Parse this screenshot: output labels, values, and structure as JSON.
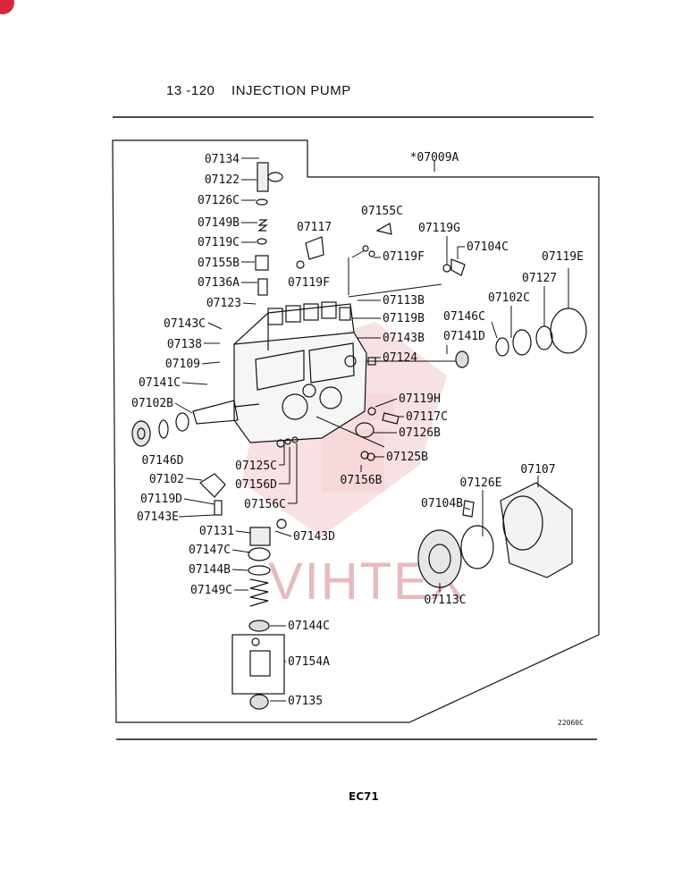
{
  "header": {
    "section_number": "13 -120",
    "section_name": "INJECTION PUMP"
  },
  "diagram": {
    "assembly_label": "*07009A",
    "drawing_code": "22060C",
    "watermark_text": "VIHTEX",
    "labels": {
      "p07134": "07134",
      "p07122": "07122",
      "p07126C": "07126C",
      "p07149B": "07149B",
      "p07119C": "07119C",
      "p07155B": "07155B",
      "p07136A": "07136A",
      "p07123": "07123",
      "p07143C": "07143C",
      "p07138": "07138",
      "p07109": "07109",
      "p07141C": "07141C",
      "p07102B": "07102B",
      "p07146D": "07146D",
      "p07102": "07102",
      "p07119D": "07119D",
      "p07143E": "07143E",
      "p07131": "07131",
      "p07147C": "07147C",
      "p07144B": "07144B",
      "p07149C": "07149C",
      "p07144C": "07144C",
      "p07154A": "07154A",
      "p07135": "07135",
      "p07117": "07117",
      "p07119F_a": "07119F",
      "p07155C": "07155C",
      "p07119G": "07119G",
      "p07119F_b": "07119F",
      "p07104C": "07104C",
      "p07119E": "07119E",
      "p07127": "07127",
      "p07102C": "07102C",
      "p07113B": "07113B",
      "p07119B": "07119B",
      "p07146C": "07146C",
      "p07143B": "07143B",
      "p07141D": "07141D",
      "p07124": "07124",
      "p07119H": "07119H",
      "p07117C": "07117C",
      "p07126B": "07126B",
      "p07125B": "07125B",
      "p07156B": "07156B",
      "p07125C": "07125C",
      "p07156D": "07156D",
      "p07156C": "07156C",
      "p07143D": "07143D",
      "p07107": "07107",
      "p07126E": "07126E",
      "p07104B": "07104B",
      "p07113C": "07113C"
    }
  },
  "footer": {
    "page_code": "EC71"
  }
}
